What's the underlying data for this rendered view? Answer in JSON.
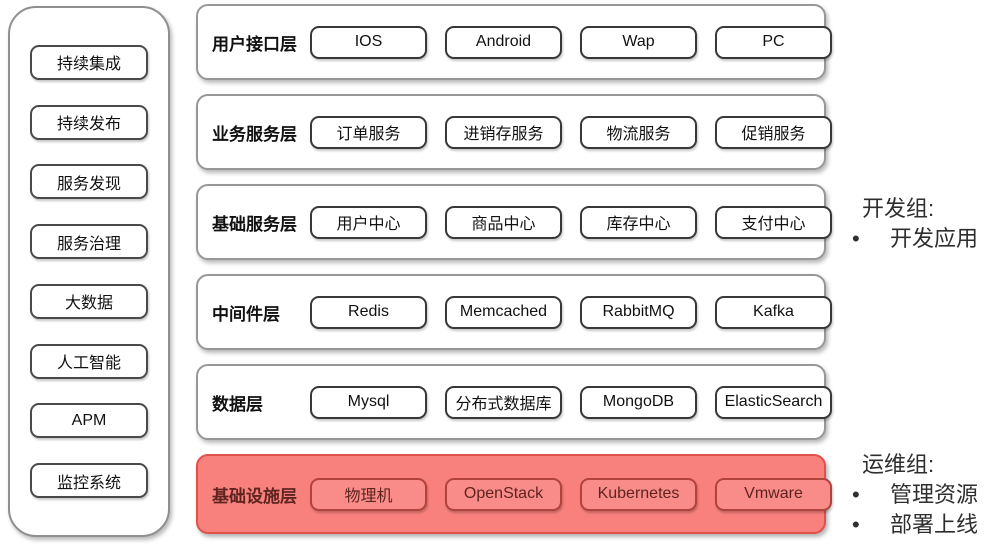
{
  "colors": {
    "highlight_row_bg": "#f8817d",
    "highlight_row_border": "#e2504a",
    "highlight_box_bg": "#f98c88",
    "highlight_box_border": "#b2423c",
    "highlight_text": "#5f2420",
    "row_border": "#979797",
    "box_border": "#383838",
    "text": "#111111"
  },
  "sidebar": {
    "items": [
      {
        "label": "持续集成"
      },
      {
        "label": "持续发布"
      },
      {
        "label": "服务发现"
      },
      {
        "label": "服务治理"
      },
      {
        "label": "大数据"
      },
      {
        "label": "人工智能"
      },
      {
        "label": "APM"
      },
      {
        "label": "监控系统"
      }
    ]
  },
  "layers": [
    {
      "name": "用户接口层",
      "highlighted": false,
      "items": [
        "IOS",
        "Android",
        "Wap",
        "PC"
      ]
    },
    {
      "name": "业务服务层",
      "highlighted": false,
      "items": [
        "订单服务",
        "进销存服务",
        "物流服务",
        "促销服务"
      ]
    },
    {
      "name": "基础服务层",
      "highlighted": false,
      "items": [
        "用户中心",
        "商品中心",
        "库存中心",
        "支付中心"
      ]
    },
    {
      "name": "中间件层",
      "highlighted": false,
      "items": [
        "Redis",
        "Memcached",
        "RabbitMQ",
        "Kafka"
      ]
    },
    {
      "name": "数据层",
      "highlighted": false,
      "items": [
        "Mysql",
        "分布式数据库",
        "MongoDB",
        "ElasticSearch"
      ]
    },
    {
      "name": "基础设施层",
      "highlighted": true,
      "items": [
        "物理机",
        "OpenStack",
        "Kubernetes",
        "Vmware"
      ]
    }
  ],
  "annotations": [
    {
      "title": "开发组:",
      "bullet_glyph": "•",
      "bullets": [
        "开发应用"
      ]
    },
    {
      "title": "运维组:",
      "bullet_glyph": "•",
      "bullets": [
        "管理资源",
        "部署上线"
      ]
    }
  ]
}
